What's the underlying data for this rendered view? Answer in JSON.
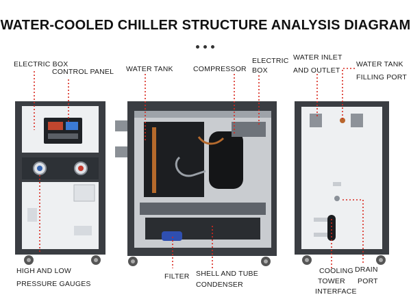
{
  "title": "WATER-COOLED CHILLER STRUCTURE ANALYSIS DIAGRAM",
  "carousel": {
    "dots": 3
  },
  "labels": {
    "electric_box_left": "ELECTRIC BOX",
    "control_panel": "CONTROL PANEL",
    "water_tank": "WATER TANK",
    "compressor": "COMPRESSOR",
    "electric_box_mid_1": "ELECTRIC",
    "electric_box_mid_2": "BOX",
    "water_inlet_1": "WATER INLET",
    "water_inlet_2": "AND OUTLET",
    "tank_filling_1": "WATER TANK",
    "tank_filling_2": "FILLING PORT",
    "gauges_1": "HIGH AND LOW",
    "gauges_2": "PRESSURE GAUGES",
    "filter": "FILTER",
    "condenser_1": "SHELL AND TUBE",
    "condenser_2": "CONDENSER",
    "cooling_1": "COOLING",
    "cooling_2": "TOWER",
    "cooling_3": "INTERFACE",
    "drain_1": "DRAIN",
    "drain_2": "PORT"
  },
  "colors": {
    "leader": "#d9261c",
    "frame": "#3a3d42",
    "panel": "#eef0f2"
  }
}
